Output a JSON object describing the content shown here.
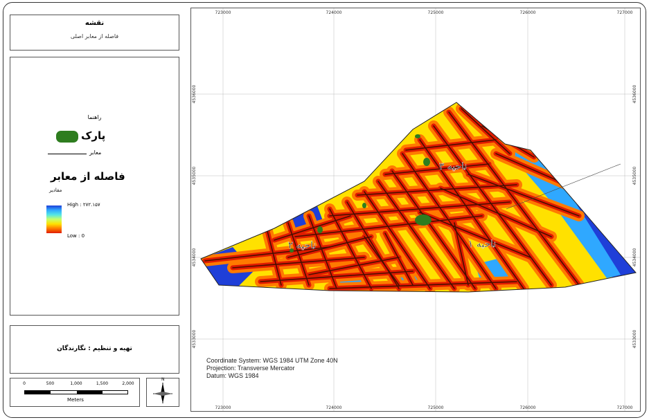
{
  "title_box": {
    "title": "نقشه",
    "subtitle": "فاصله از معابر اصلی"
  },
  "legend": {
    "heading": "راهنما",
    "park_label": "پارک",
    "roads_label": "معابر",
    "distance_title": "فاصله از معابر",
    "values_label": "مقادیر",
    "high_label": "High : ۲۷۲.۱۵۷",
    "low_label": "Low : 0",
    "park_color": "#2e7d1f",
    "road_color": "#000000",
    "ramp_colors": [
      "#1f3fd8",
      "#2fa8ff",
      "#53e6e6",
      "#c8ff6a",
      "#ffe100",
      "#ff7a00",
      "#e01b00"
    ]
  },
  "credits": {
    "prepared_by": "تهیه و تنظیم : نگارندگان"
  },
  "scale_bar": {
    "ticks": [
      "0",
      "500",
      "1,000",
      "1,500",
      "2,000"
    ],
    "unit": "Meters"
  },
  "north_arrow": {
    "label": "N",
    "icon": "north-arrow-icon"
  },
  "map": {
    "top_ticks": [
      "723000",
      "724000",
      "725000",
      "726000",
      "727000"
    ],
    "bottom_ticks": [
      "723000",
      "724000",
      "725000",
      "726000",
      "727000"
    ],
    "left_ticks": [
      "4536000",
      "4535000",
      "4534000",
      "4533000"
    ],
    "right_ticks": [
      "4536000",
      "4535000",
      "4534000",
      "4533000"
    ],
    "zone_labels": [
      "ناحیه ۳",
      "ناحیه ۲",
      "ناحیه ۱"
    ],
    "coord_system": "Coordinate System: WGS 1984 UTM Zone 40N",
    "projection": "Projection: Transverse Mercator",
    "datum": "Datum: WGS 1984"
  }
}
